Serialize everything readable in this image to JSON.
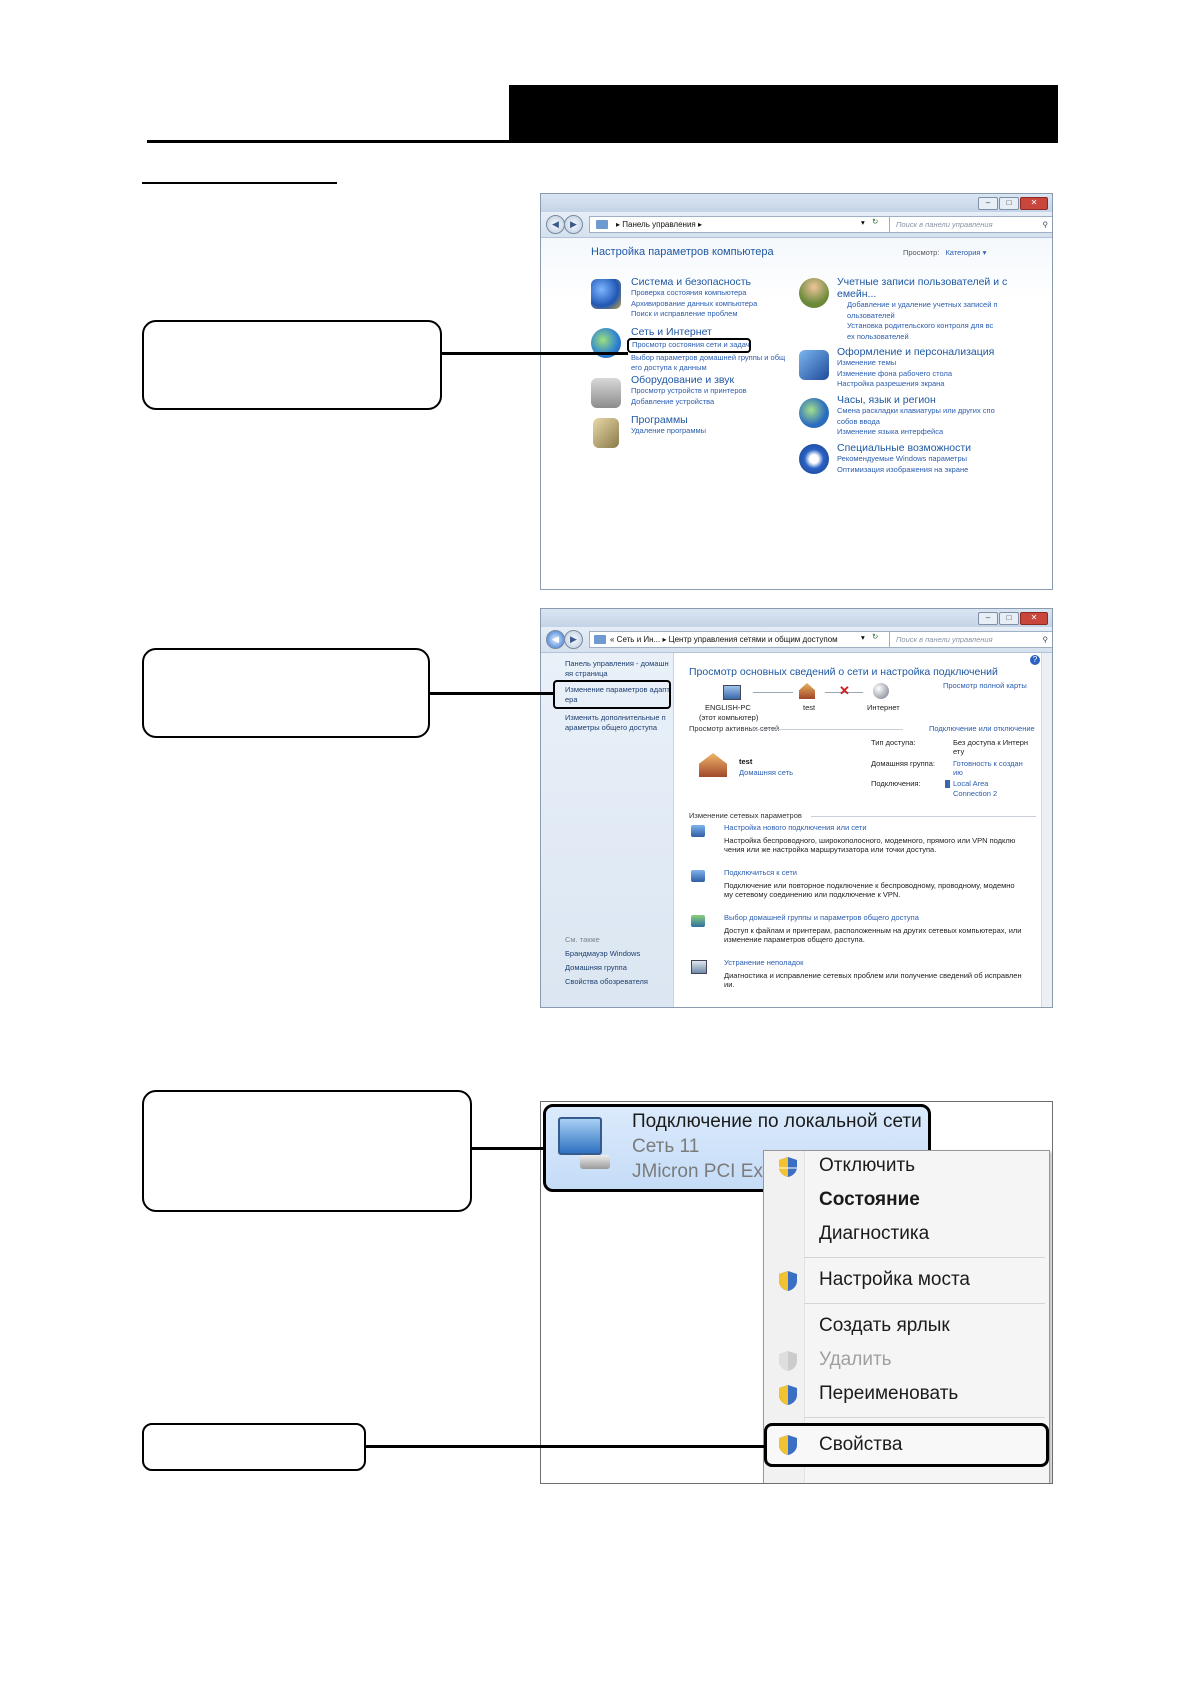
{
  "window1": {
    "address_path": "Панель управления",
    "search_placeholder": "Поиск в панели управления",
    "heading": "Настройка параметров компьютера",
    "view_by_label": "Просмотр:",
    "view_by_value": "Категория",
    "categories_left": [
      {
        "title": "Система и безопасность",
        "links": [
          "Проверка состояния компьютера",
          "Архивирование данных компьютера",
          "Поиск и исправление проблем"
        ]
      },
      {
        "title": "Сеть и Интернет",
        "links": [
          "Просмотр состояния сети и задач",
          "Выбор параметров домашней группы и общ",
          "его доступа к данным"
        ]
      },
      {
        "title": "Оборудование и звук",
        "links": [
          "Просмотр устройств и принтеров",
          "Добавление устройства"
        ]
      },
      {
        "title": "Программы",
        "links": [
          "Удаление программы"
        ]
      }
    ],
    "categories_right": [
      {
        "title": "Учетные записи пользователей и с",
        "title2": "емейн...",
        "links": [
          "Добавление и удаление учетных записей п",
          "ользователей",
          "Установка родительского контроля для вс",
          "ех пользователей"
        ]
      },
      {
        "title": "Оформление и персонализация",
        "links": [
          "Изменение темы",
          "Изменение фона рабочего стола",
          "Настройка разрешения экрана"
        ]
      },
      {
        "title": "Часы, язык и регион",
        "links": [
          "Смена раскладки клавиатуры или других спо",
          "собов ввода",
          "Изменение языка интерфейса"
        ]
      },
      {
        "title": "Специальные возможности",
        "links": [
          "Рекомендуемые Windows параметры",
          "Оптимизация изображения на экране"
        ]
      }
    ]
  },
  "window2": {
    "address_path": "«  Сеть и Ин...  ▸  Центр управления сетями и общим доступом",
    "search_placeholder": "Поиск в панели управления",
    "sidebar": {
      "home_line1": "Панель управления - домашн",
      "home_line2": "яя страница",
      "adapter_line1": "Изменение параметров адапт",
      "adapter_line2": "ера",
      "sharing_line1": "Изменить дополнительные п",
      "sharing_line2": "араметры общего доступа",
      "see_also": "См. также",
      "see_links": [
        "Брандмауэр Windows",
        "Домашняя группа",
        "Свойства обозревателя"
      ]
    },
    "heading": "Просмотр основных сведений о сети и настройка подключений",
    "full_map": "Просмотр полной карты",
    "map": {
      "pc_name": "ENGLISH-PC",
      "pc_note": "(этот компьютер)",
      "net": "test",
      "internet": "Интернет"
    },
    "active_label": "Просмотр активных сетей",
    "connect_disconnect": "Подключение или отключение",
    "network_name": "test",
    "network_type": "Домашняя сеть",
    "access_type_label": "Тип доступа:",
    "access_type_value_1": "Без доступа к Интерн",
    "access_type_value_2": "ету",
    "homegroup_label": "Домашняя группа:",
    "homegroup_value_1": "Готовность к создан",
    "homegroup_value_2": "ию",
    "connections_label": "Подключения:",
    "connections_value_1": "Local Area",
    "connections_value_2": "Connection 2",
    "change_label": "Изменение сетевых параметров",
    "tasks": [
      {
        "title": "Настройка нового подключения или сети",
        "desc1": "Настройка беспроводного, широкополосного, модемного, прямого или VPN подклю",
        "desc2": "чения или же настройка маршрутизатора или точки доступа."
      },
      {
        "title": "Подключиться к сети",
        "desc1": "Подключение или повторное подключение к беспроводному, проводному, модемно",
        "desc2": "му сетевому соединению или подключение к VPN."
      },
      {
        "title": "Выбор домашней группы и параметров общего доступа",
        "desc1": "Доступ к файлам и принтерам, расположенным на других сетевых компьютерах, или",
        "desc2": "изменение параметров общего доступа."
      },
      {
        "title": "Устранение неполадок",
        "desc1": "Диагностика и исправление сетевых проблем или получение сведений об исправлен",
        "desc2": "ии."
      }
    ]
  },
  "window3": {
    "adapter_name": "Подключение по локальной сети",
    "adapter_network": "Сеть  11",
    "adapter_device": "JMicron PCI Exp",
    "menu": [
      {
        "label": "Отключить",
        "shield": true,
        "bold": false,
        "disabled": false
      },
      {
        "label": "Состояние",
        "shield": false,
        "bold": true,
        "disabled": false
      },
      {
        "label": "Диагностика",
        "shield": false,
        "bold": false,
        "disabled": false
      },
      {
        "label": "Настройка моста",
        "shield": true,
        "bold": false,
        "disabled": false
      },
      {
        "label": "Создать ярлык",
        "shield": false,
        "bold": false,
        "disabled": false
      },
      {
        "label": "Удалить",
        "shield": true,
        "bold": false,
        "disabled": true
      },
      {
        "label": "Переименовать",
        "shield": true,
        "bold": false,
        "disabled": false
      },
      {
        "label": "Свойства",
        "shield": true,
        "bold": false,
        "disabled": false
      }
    ]
  },
  "colors": {
    "link": "#2a5db0",
    "heading_blue": "#1f58a3",
    "menu_text": "#1b1b1b",
    "shield": "#3a6fc4"
  }
}
